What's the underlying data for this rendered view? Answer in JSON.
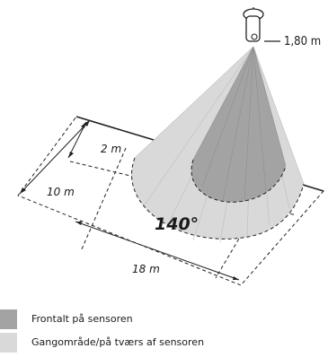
{
  "diagram": {
    "mount_height_label": "1,80 m",
    "front_depth_label": "2 m",
    "side_depth_label": "10 m",
    "width_label": "18 m",
    "angle_label": "140°"
  },
  "legend": {
    "items": [
      {
        "label": "Frontalt på sensoren",
        "color": "#a3a3a3"
      },
      {
        "label": "Gangområde/på tværs af sensoren",
        "color": "#d9d9d9"
      }
    ]
  }
}
